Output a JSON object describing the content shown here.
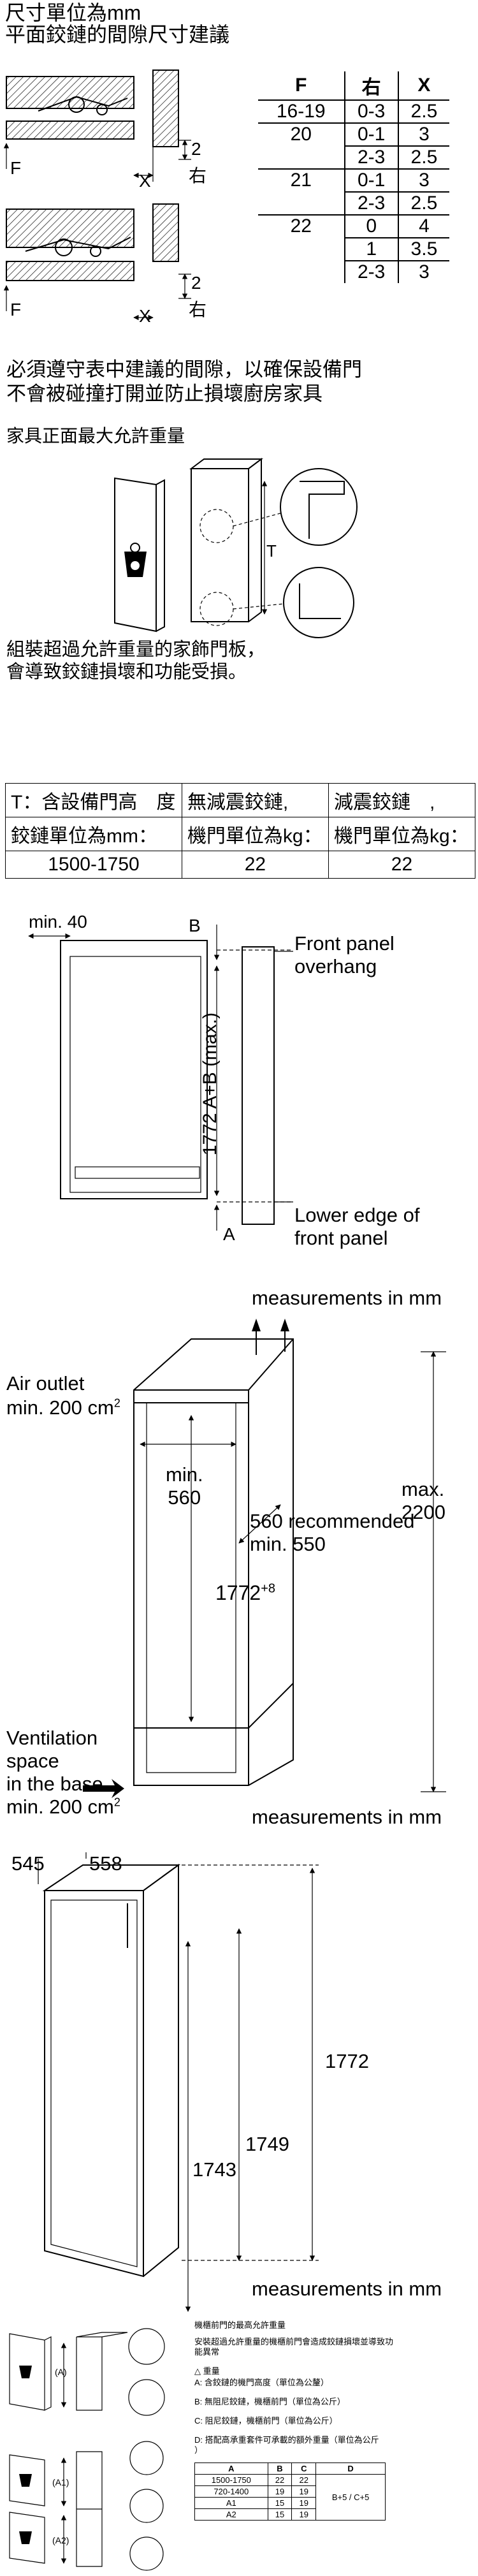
{
  "header": {
    "line1": "尺寸單位為mm",
    "line2": "平面鉸鏈的間隙尺寸建議"
  },
  "gap_diagram": {
    "label_f": "F",
    "label_x": "X",
    "label_2": "2",
    "label_right": "右"
  },
  "gap_table": {
    "headers": [
      "F",
      "右",
      "X"
    ],
    "groups": [
      {
        "f": "16-19",
        "rows": [
          [
            "0-3",
            "2.5"
          ]
        ]
      },
      {
        "f": "20",
        "rows": [
          [
            "0-1",
            "3"
          ],
          [
            "2-3",
            "2.5"
          ]
        ]
      },
      {
        "f": "21",
        "rows": [
          [
            "0-1",
            "3"
          ],
          [
            "2-3",
            "2.5"
          ]
        ]
      },
      {
        "f": "22",
        "rows": [
          [
            "0",
            "4"
          ],
          [
            "1",
            "3.5"
          ],
          [
            "2-3",
            "3"
          ]
        ]
      }
    ]
  },
  "notice": {
    "line1": "必須遵守表中建議的間隙，以確保設備門",
    "line2": "不會被碰撞打開並防止損壞廚房家具",
    "weight_title": "家具正面最大允許重量",
    "label_t": "T",
    "warn1": "組裝超過允許重量的家飾門板，",
    "warn2": "會導致鉸鏈損壞和功能受損。"
  },
  "weight_table": {
    "r1": [
      "T：含設備門高　度",
      "無減震鉸鏈,",
      "減震鉸鏈　,"
    ],
    "r2": [
      "鉸鏈單位為mm：",
      "機門單位為kg：",
      "機門單位為kg："
    ],
    "r3": [
      "1500-1750",
      "22",
      "22"
    ]
  },
  "panel": {
    "min40": "min. 40",
    "label_b": "B",
    "label_a": "A",
    "dim": "1772 A+B (max.)",
    "overhang1": "Front panel",
    "overhang2": "overhang",
    "lower1": "Lower edge of",
    "lower2": "front panel"
  },
  "niche": {
    "units": "measurements in mm",
    "air1": "Air outlet",
    "air2": "min. 200 cm",
    "air_sup": "2",
    "min_depth1": "min.",
    "min_depth2": "560",
    "rec1": "560 recommended",
    "rec2": "min. 550",
    "height": "1772",
    "height_sup": "+8",
    "max1": "max.",
    "max2": "2200",
    "vent1": "Ventilation",
    "vent2": "space",
    "vent3": "in the base",
    "vent4": "min. 200 cm",
    "vent_sup": "2",
    "units2": "measurements in mm"
  },
  "appliance": {
    "w1": "545",
    "w2": "558",
    "h1": "1772",
    "h2": "1749",
    "h3": "1743",
    "units": "measurements in mm"
  },
  "summary": {
    "title": "機櫃前門的最高允許重量",
    "desc1": "安裝超過允許重量的機櫃前門會造成鉸鏈損壞並導致功",
    "desc2": "能異常",
    "legend_head": "△ 重量",
    "legend_a": "A: 含鉸鏈的機門高度（單位為公釐）",
    "legend_b": "B: 無阻尼鉸鏈，機櫃前門（單位為公斤）",
    "legend_c": "C: 阻尼鉸鏈，機櫃前門（單位為公斤）",
    "legend_d1": "D: 搭配高承重套件可承載的額外重量（單位為公斤",
    "legend_d2": "）",
    "tbl_head": [
      "A",
      "B",
      "C",
      "D"
    ],
    "tbl_rows": [
      [
        "1500-1750",
        "22",
        "22"
      ],
      [
        "720-1400",
        "19",
        "19"
      ],
      [
        "A1",
        "15",
        "19"
      ],
      [
        "A2",
        "15",
        "19"
      ]
    ],
    "tbl_d": "B+5 / C+5",
    "fig_a": "(A)",
    "fig_a1": "(A1)",
    "fig_a2": "(A2)"
  }
}
